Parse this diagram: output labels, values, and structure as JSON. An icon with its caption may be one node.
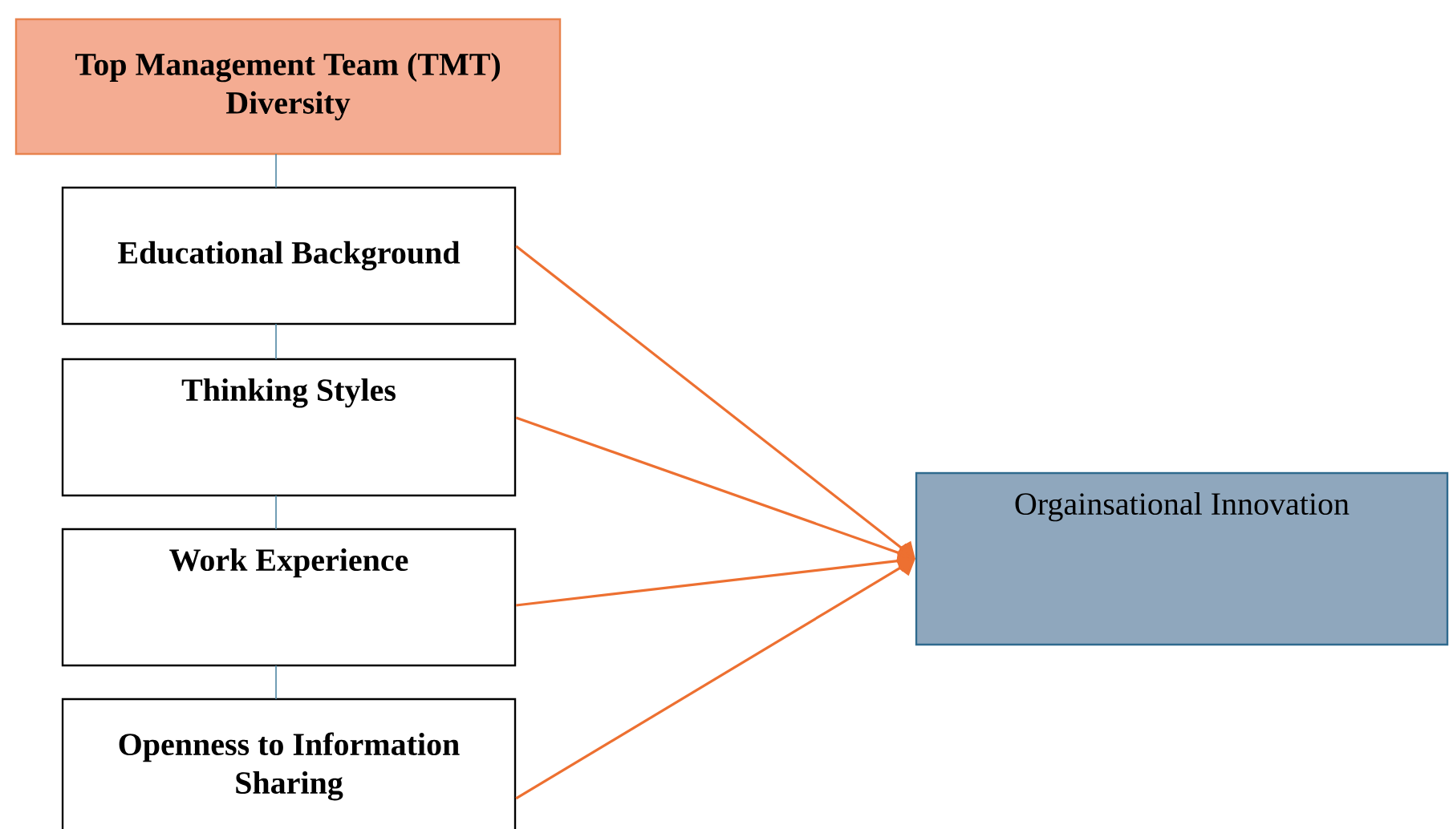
{
  "diagram": {
    "nodes": [
      {
        "text": [
          "Top Management Team (TMT) Diversity"
        ]
      },
      {
        "text": [
          "Educational Background"
        ]
      },
      {
        "text": [
          "Thinking Styles"
        ]
      },
      {
        "text": [
          "Work Experience"
        ]
      },
      {
        "text": [
          "Openness to Information Sharing"
        ]
      },
      {
        "text": [
          "Orgainsational Innovation"
        ]
      }
    ],
    "edges": [
      {
        "from": 0,
        "to": 1,
        "arrow": "none",
        "color": "#4f87a3"
      },
      {
        "from": 1,
        "to": 2,
        "arrow": "none",
        "color": "#4f87a3"
      },
      {
        "from": 2,
        "to": 3,
        "arrow": "none",
        "color": "#4f87a3"
      },
      {
        "from": 3,
        "to": 4,
        "arrow": "none",
        "color": "#4f87a3"
      },
      {
        "from": 1,
        "to": 5,
        "arrow": "to",
        "color": "#ed7031"
      },
      {
        "from": 2,
        "to": 5,
        "arrow": "to",
        "color": "#ed7031"
      },
      {
        "from": 3,
        "to": 5,
        "arrow": "to",
        "color": "#ed7031"
      },
      {
        "from": 4,
        "to": 5,
        "arrow": "to",
        "color": "#ed7031"
      }
    ]
  }
}
